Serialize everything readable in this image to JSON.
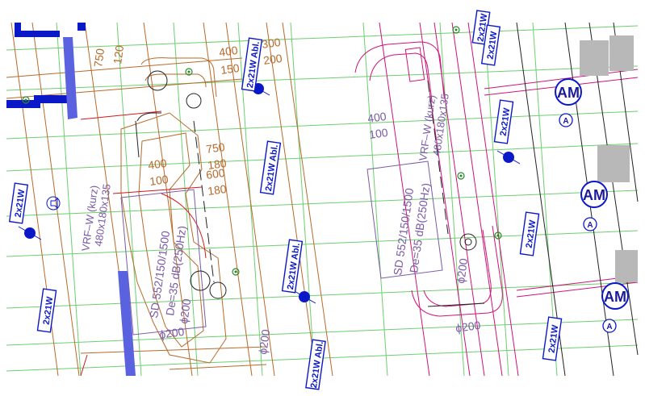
{
  "labels": {
    "label_2x21w": "2x21W",
    "label_2x21w_abl": "2x21W Abl.",
    "dim_400": "400",
    "dim_100": "100",
    "dim_150": "150",
    "dim_180": "180",
    "dim_600": "600",
    "dim_300": "300",
    "dim_200": "200",
    "dim_750": "750",
    "dim_120": "120",
    "dia_200": "ϕ200",
    "vrf": "VRF–W (kurz)",
    "vrf_dims": "480x180x135",
    "sd": "SD 552/150/1500",
    "de": "De=35 dB(250Hz)",
    "am": "AM",
    "a": "A"
  },
  "colors": {
    "grid": "#6ccf6c",
    "brown": "#b86a2a",
    "magenta": "#d0127a",
    "purple": "#7a5aa6",
    "blue": "#0a18c8",
    "navy": "#1a1a9a",
    "red": "#d21818",
    "gray": "#b8b8b8"
  },
  "icons": [
    "fixture-dot-icon",
    "motor-am-icon",
    "sensor-a-icon",
    "small-circle-icon",
    "speaker-icon"
  ]
}
